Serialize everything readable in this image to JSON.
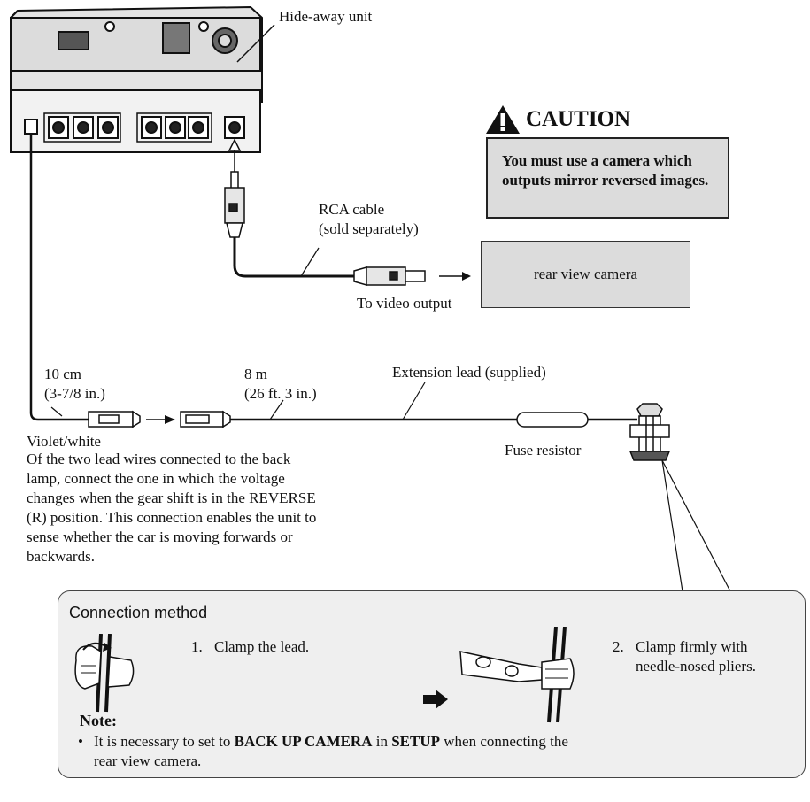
{
  "labels": {
    "hide_away_unit": "Hide-away unit",
    "rca_cable_line1": "RCA cable",
    "rca_cable_line2": "(sold separately)",
    "to_video_output": "To video output",
    "lead_10cm_line1": "10 cm",
    "lead_10cm_line2": "(3-7/8 in.)",
    "lead_8m_line1": "8 m",
    "lead_8m_line2": "(26 ft. 3 in.)",
    "extension_lead": "Extension lead (supplied)",
    "fuse_resistor": "Fuse resistor",
    "violet_white": "Violet/white",
    "instruction": "Of the two lead wires connected to the back lamp, connect the one in which the voltage changes when the gear shift is in the REVERSE (R) position. This connection enables the unit to sense whether the car is moving forwards or backwards."
  },
  "caution": {
    "title": "CAUTION",
    "message": "You must use a camera which outputs mirror reversed images."
  },
  "camera": {
    "label": "rear view camera"
  },
  "connection_method": {
    "title": "Connection method",
    "steps": [
      {
        "num": "1.",
        "text": "Clamp the lead."
      },
      {
        "num": "2.",
        "text": "Clamp firmly with needle-nosed pliers."
      }
    ],
    "note": {
      "title": "Note:",
      "prefix": "It is necessary to set to ",
      "bold1": "BACK UP CAMERA",
      "mid": " in ",
      "bold2": "SETUP",
      "suffix": " when connecting the rear view camera."
    }
  },
  "icons": [
    "caution-triangle-icon",
    "right-arrow-icon",
    "clamp-lead-icon",
    "pliers-clamp-icon"
  ]
}
